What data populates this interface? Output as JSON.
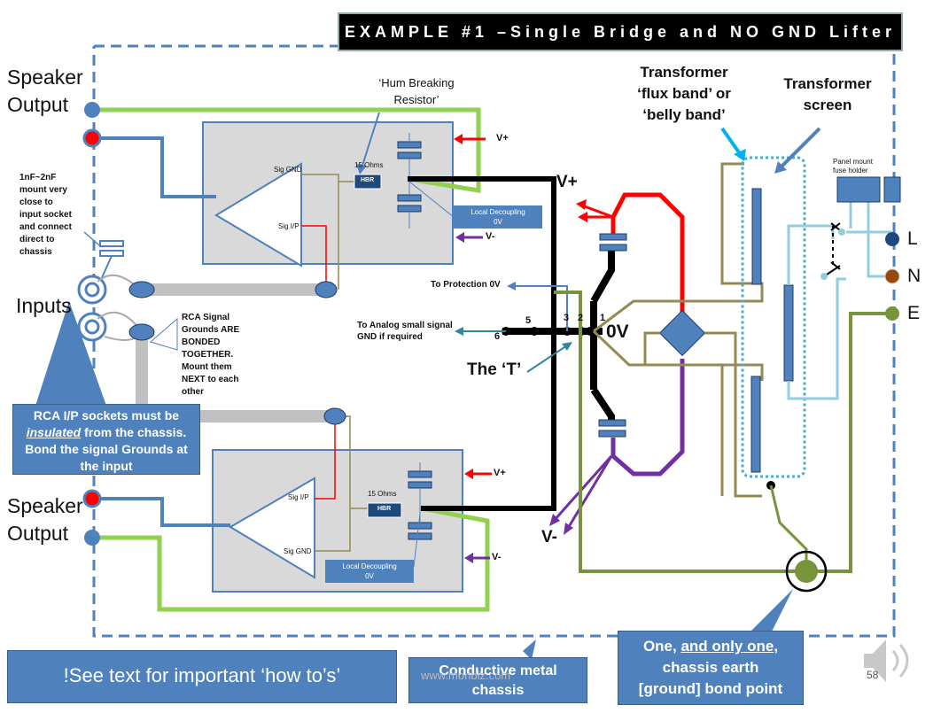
{
  "title": "EXAMPLE #1 –Single Bridge and NO GND Lifter",
  "labels": {
    "speaker_output_top": "Speaker\nOutput",
    "speaker_output_bottom": "Speaker\nOutput",
    "inputs": "Inputs",
    "hum_breaking": "‘Hum Breaking\nResistor’",
    "cap_note": "1nF~2nF\nmount very\nclose to\ninput socket\nand connect\ndirect to\nchassis",
    "rca_note": "RCA Signal\nGrounds ARE\nBONDED\nTOGETHER.\nMount them\nNEXT to each\nother",
    "flux_band": "Transformer\n‘flux band’ or\n‘belly band’",
    "transformer_screen": "Transformer\nscreen",
    "fuse_holder": "Panel mount\nfuse holder",
    "to_protection": "To Protection 0V",
    "to_analog": "To Analog small signal\nGND if required",
    "the_t": "The ‘T’",
    "v_plus_big": "V+",
    "v_minus_big": "V-",
    "zero_v": "0V",
    "terminal_l": "L",
    "terminal_n": "N",
    "terminal_e": "E",
    "v_plus_small_top": "V+",
    "v_minus_small_top": "V-",
    "v_plus_small_bottom": "V+",
    "v_minus_small_bottom": "V-",
    "sig_gnd_top": "Sig GND",
    "sig_ip_top": "Sig I/P",
    "sig_ip_bottom": "Sig I/P",
    "sig_gnd_bottom": "Sig GND",
    "ohms_top": "15 Ohms",
    "ohms_bottom": "15 Ohms",
    "hbr_top": "HBR",
    "hbr_bottom": "HBR",
    "local_decoupling_top": "Local Decoupling\n0V",
    "local_decoupling_bottom": "Local Decoupling\n0V",
    "num_1": "1",
    "num_2": "2",
    "num_3": "3",
    "num_5": "5",
    "num_6": "6",
    "page_number": "58",
    "watermark": "www.monbiz.com"
  },
  "callouts": {
    "rca_insulated_line1": "RCA I/P sockets must be",
    "rca_insulated_em": "insulated",
    "rca_insulated_line2": " from the chassis.",
    "rca_insulated_line3": "Bond the signal Grounds at\nthe input",
    "see_text": "!See text for important ‘how to’s’",
    "conductive": "Conductive metal\nchassis",
    "one_only_a": "One, ",
    "one_only_u": "and only one",
    "one_only_b": ",\nchassis earth\n[ground] bond point"
  },
  "icons": {
    "speaker": "speaker-icon"
  },
  "colors": {
    "title_bg": "#000000",
    "callout_blue": "#4f81bd",
    "wire_blue": "#4f81bd",
    "wire_green": "#92d050",
    "wire_red": "#ff0000",
    "wire_purple": "#7030a0",
    "wire_olive": "#77933c",
    "wire_khaki": "#948a54",
    "wire_lightblue": "#93cddd",
    "chassis_dash": "#4f81bd"
  }
}
